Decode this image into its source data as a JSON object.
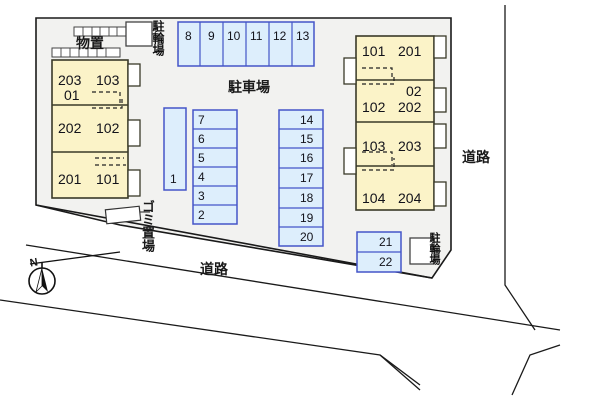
{
  "map": {
    "title": "apartment-site-plan",
    "colors": {
      "site_fill": "#f2f2f0",
      "building_fill": "#fbf3c8",
      "building_stroke": "#3a3a28",
      "parking_fill": "#ddeefc",
      "parking_stroke": "#4455c8",
      "line": "#1a1a1a",
      "text": "#12121a"
    },
    "labels": {
      "parking_lot": "駐車場",
      "bicycle_parking": "駐輪場",
      "storage": "物置",
      "garbage": "ゴミ置場",
      "road": "道路",
      "compass": "N"
    },
    "left_building": {
      "name": "left-building",
      "rows": [
        {
          "left": "203",
          "right": "103"
        },
        {
          "left": "202",
          "right": "102"
        },
        {
          "left": "201",
          "right": "101"
        }
      ],
      "extra_unit": "01"
    },
    "right_building": {
      "name": "right-building",
      "rows": [
        {
          "left": "101",
          "right": "201"
        },
        {
          "left": "102",
          "right": "202"
        },
        {
          "left": "103",
          "right": "203"
        },
        {
          "left": "104",
          "right": "204"
        }
      ],
      "extra_unit": "02"
    },
    "parking": {
      "top_row": [
        "8",
        "9",
        "10",
        "11",
        "12",
        "13"
      ],
      "single": [
        "1"
      ],
      "middle_column": [
        "7",
        "6",
        "5",
        "4",
        "3",
        "2"
      ],
      "right_column": [
        "14",
        "15",
        "16",
        "17",
        "18",
        "19",
        "20"
      ],
      "bottom_pair": [
        "21",
        "22"
      ]
    },
    "roads": [
      {
        "id": "road-south",
        "label": "道路"
      },
      {
        "id": "road-east",
        "label": "道路"
      }
    ],
    "bicycle_parking_boxes": [
      {
        "id": "bicycle-parking-north"
      },
      {
        "id": "bicycle-parking-south"
      }
    ]
  }
}
